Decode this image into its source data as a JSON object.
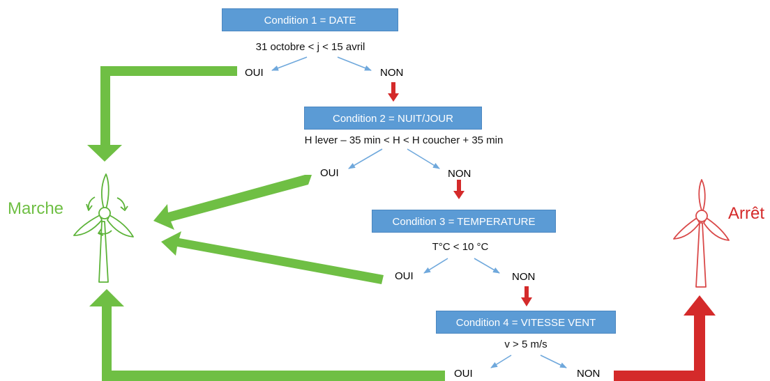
{
  "colors": {
    "condition_box": "#5b9bd5",
    "thin_arrow": "#6fa8dc",
    "green": "#6fbf44",
    "red": "#d42a2a",
    "turbine_green": "#5cb338",
    "turbine_red": "#d94848"
  },
  "states": {
    "marche": "Marche",
    "arret": "Arrêt"
  },
  "conditions": [
    {
      "title": "Condition 1 = DATE",
      "expression": "31 octobre < j < 15 avril",
      "yes": "OUI",
      "no": "NON"
    },
    {
      "title": "Condition 2 = NUIT/JOUR",
      "expression": "H lever – 35 min < H < H coucher + 35 min",
      "yes": "OUI",
      "no": "NON"
    },
    {
      "title": "Condition 3 = TEMPERATURE",
      "expression": "T°C < 10 °C",
      "yes": "OUI",
      "no": "NON"
    },
    {
      "title": "Condition 4 = VITESSE VENT",
      "expression": "v > 5 m/s",
      "yes": "OUI",
      "no": "NON"
    }
  ],
  "icons": {
    "running_turbine": "wind-turbine-rotating-icon",
    "stopped_turbine": "wind-turbine-icon"
  }
}
